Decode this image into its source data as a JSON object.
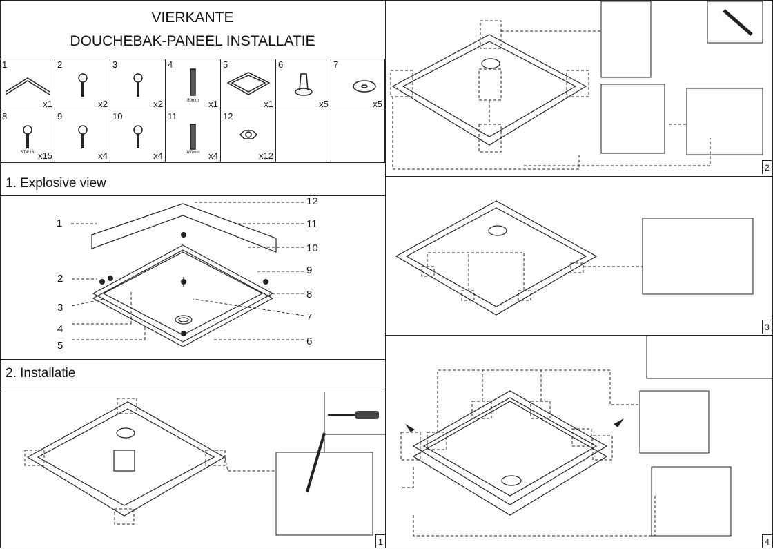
{
  "title": {
    "line1": "VIERKANTE",
    "line2": "DOUCHEBAK-PANEEL INSTALLATIE"
  },
  "parts": [
    {
      "num": "1",
      "qty": "x1",
      "icon": "panel-frame-icon"
    },
    {
      "num": "2",
      "qty": "x2",
      "icon": "bolt-icon"
    },
    {
      "num": "3",
      "qty": "x2",
      "icon": "connector-block-icon"
    },
    {
      "num": "4",
      "qty": "x1",
      "icon": "threaded-rod-icon",
      "size": "80mm"
    },
    {
      "num": "5",
      "qty": "x1",
      "icon": "tray-icon"
    },
    {
      "num": "6",
      "qty": "x5",
      "icon": "foot-icon"
    },
    {
      "num": "7",
      "qty": "x5",
      "icon": "washer-plate-icon"
    },
    {
      "num": "8",
      "qty": "x15",
      "icon": "screw-icon",
      "size": "ST4*16"
    },
    {
      "num": "9",
      "qty": "x4",
      "icon": "clip-icon"
    },
    {
      "num": "10",
      "qty": "x4",
      "icon": "wood-screw-icon"
    },
    {
      "num": "11",
      "qty": "x4",
      "icon": "threaded-rod-icon",
      "size": "180mm"
    },
    {
      "num": "12",
      "qty": "x12",
      "icon": "nut-icon"
    }
  ],
  "sections": {
    "explosive": "1. Explosive view",
    "install": "2. Installatie"
  },
  "callouts": {
    "left": [
      "1",
      "2",
      "3",
      "4",
      "5"
    ],
    "right": [
      "12",
      "11",
      "10",
      "9",
      "8",
      "7",
      "6"
    ]
  },
  "steps": [
    "1",
    "2",
    "3",
    "4"
  ]
}
